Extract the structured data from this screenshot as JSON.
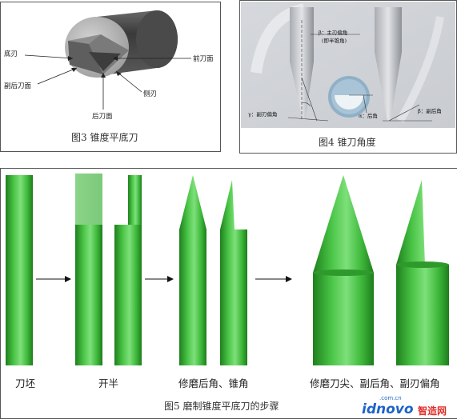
{
  "fig3": {
    "caption": "图3 锥度平底刀",
    "labels": {
      "bottom_edge": "底刃",
      "sub_rear_face": "副后刀面",
      "front_face": "前刀面",
      "side_edge": "侧刃",
      "rear_face": "后刀面"
    }
  },
  "fig4": {
    "caption": "图4 锥刀角度",
    "labels": {
      "main_deflection": "β：主刃偏角",
      "half_cone": "(即半锥角)",
      "sub_deflection": "γ：副刃偏角",
      "rear_angle": "α：后角",
      "sub_rear_angle": "β：副后角"
    }
  },
  "fig5": {
    "caption": "图5 磨制锥度平底刀的步骤",
    "steps": [
      "刀坯",
      "开半",
      "修磨后角、锥角",
      "修磨刀尖、副后角、副刃偏角"
    ]
  },
  "watermark": {
    "domain_suffix": ".com.cn",
    "brand_a": "idnovo",
    "brand_b": "智造网"
  },
  "colors": {
    "tool_green": "#3db83a",
    "tool_green_dark": "#1e7d1c",
    "tool_green_light": "#7ee07a",
    "watermark_blue": "#1e63c8",
    "watermark_red": "#e0302a"
  }
}
